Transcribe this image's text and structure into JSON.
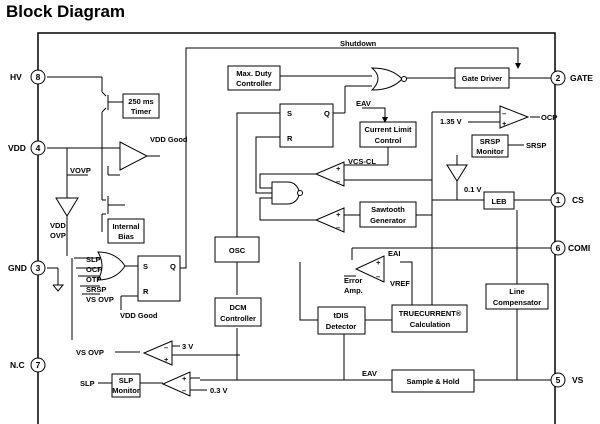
{
  "title": "Block Diagram",
  "pins": {
    "hv": {
      "name": "HV",
      "num": "8"
    },
    "vdd": {
      "name": "VDD",
      "num": "4"
    },
    "gnd": {
      "name": "GND",
      "num": "3"
    },
    "nc": {
      "name": "N.C",
      "num": "7"
    },
    "gate": {
      "name": "GATE",
      "num": "2"
    },
    "cs": {
      "name": "CS",
      "num": "1"
    },
    "comi": {
      "name": "COMI",
      "num": "6"
    },
    "vs": {
      "name": "VS",
      "num": "5"
    }
  },
  "blocks": {
    "timer": [
      "250 ms",
      "Timer"
    ],
    "internal_bias": [
      "Internal",
      "Bias"
    ],
    "max_duty": [
      "Max. Duty",
      "Controller"
    ],
    "gate_driver": [
      "Gate Driver"
    ],
    "current_limit": [
      "Current Limit",
      "Control"
    ],
    "srsp_monitor": [
      "SRSP",
      "Monitor"
    ],
    "sawtooth": [
      "Sawtooth",
      "Generator"
    ],
    "osc": [
      "OSC"
    ],
    "leb": [
      "LEB"
    ],
    "dcm": [
      "DCM",
      "Controller"
    ],
    "tdis": [
      "tDIS",
      "Detector"
    ],
    "truecurrent": [
      "TRUECURRENT®",
      "Calculation"
    ],
    "line_comp": [
      "Line",
      "Compensator"
    ],
    "sample_hold": [
      "Sample & Hold"
    ],
    "slp_monitor": [
      "SLP",
      "Monitor"
    ]
  },
  "labels": {
    "shutdown": "Shutdown",
    "vdd_good": "VDD Good",
    "vdd_good2": "VDD Good",
    "vovp": "VOVP",
    "vdd_ovp": [
      "VDD",
      "OVP"
    ],
    "eav": "EAV",
    "eav2": "EAV",
    "eai": "EAI",
    "vref": "VREF",
    "vcs_cl": "VCS-CL",
    "error_amp": [
      "Error",
      "Amp."
    ],
    "ocp": "OCP",
    "v135": "1.35 V",
    "srsp": "SRSP",
    "v01": "0.1 V",
    "s": "S",
    "r": "R",
    "q": "Q",
    "s2": "S",
    "r2": "R",
    "q2": "Q",
    "or_inputs": [
      "SLP",
      "OCP",
      "OTP",
      "SRSP",
      "VS OVP"
    ],
    "vs_ovp": "VS OVP",
    "v3": "3 V",
    "slp": "SLP",
    "v03": "0.3 V",
    "plus": "+",
    "minus": "–"
  }
}
